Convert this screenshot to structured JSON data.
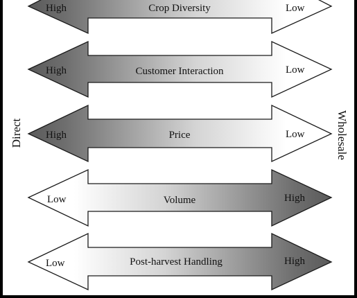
{
  "side_labels": {
    "left": "Direct",
    "right": "Wholesale"
  },
  "rows": [
    {
      "title": "Crop Diversity",
      "left": "High",
      "right": "Low",
      "high_side": "left"
    },
    {
      "title": "Customer Interaction",
      "left": "High",
      "right": "Low",
      "high_side": "left"
    },
    {
      "title": "Price",
      "left": "High",
      "right": "Low",
      "high_side": "left"
    },
    {
      "title": "Volume",
      "left": "Low",
      "right": "High",
      "high_side": "right"
    },
    {
      "title": "Post-harvest Handling",
      "left": "Low",
      "right": "High",
      "high_side": "right"
    }
  ],
  "colors": {
    "dark": "#5a5a5a",
    "light": "#ffffff",
    "stroke": "#1a1a1a"
  }
}
